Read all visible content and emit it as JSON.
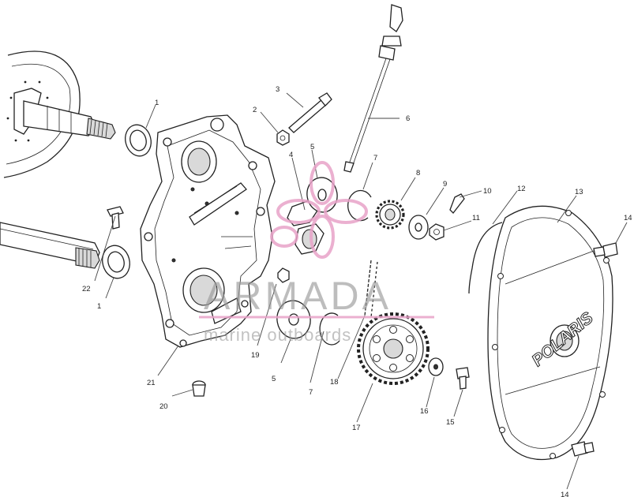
{
  "callouts": [
    {
      "id": "c1a",
      "text": "1"
    },
    {
      "id": "c1b",
      "text": "1"
    },
    {
      "id": "c2",
      "text": "2"
    },
    {
      "id": "c3",
      "text": "3"
    },
    {
      "id": "c4",
      "text": "4"
    },
    {
      "id": "c5a",
      "text": "5"
    },
    {
      "id": "c5b",
      "text": "5"
    },
    {
      "id": "c6",
      "text": "6"
    },
    {
      "id": "c7a",
      "text": "7"
    },
    {
      "id": "c7b",
      "text": "7"
    },
    {
      "id": "c8",
      "text": "8"
    },
    {
      "id": "c9",
      "text": "9"
    },
    {
      "id": "c10",
      "text": "10"
    },
    {
      "id": "c11",
      "text": "11"
    },
    {
      "id": "c12",
      "text": "12"
    },
    {
      "id": "c13",
      "text": "13"
    },
    {
      "id": "c14a",
      "text": "14"
    },
    {
      "id": "c14b",
      "text": "14"
    },
    {
      "id": "c15",
      "text": "15"
    },
    {
      "id": "c16",
      "text": "16"
    },
    {
      "id": "c17",
      "text": "17"
    },
    {
      "id": "c18",
      "text": "18"
    },
    {
      "id": "c19",
      "text": "19"
    },
    {
      "id": "c20",
      "text": "20"
    },
    {
      "id": "c21",
      "text": "21"
    },
    {
      "id": "c22",
      "text": "22"
    }
  ],
  "logo_text": "POLARIS",
  "watermark": {
    "title": "ARMADA",
    "subtitle": "marine outboards",
    "accent_color": "#e8a2c8",
    "text_color": "#9a9a9a"
  }
}
